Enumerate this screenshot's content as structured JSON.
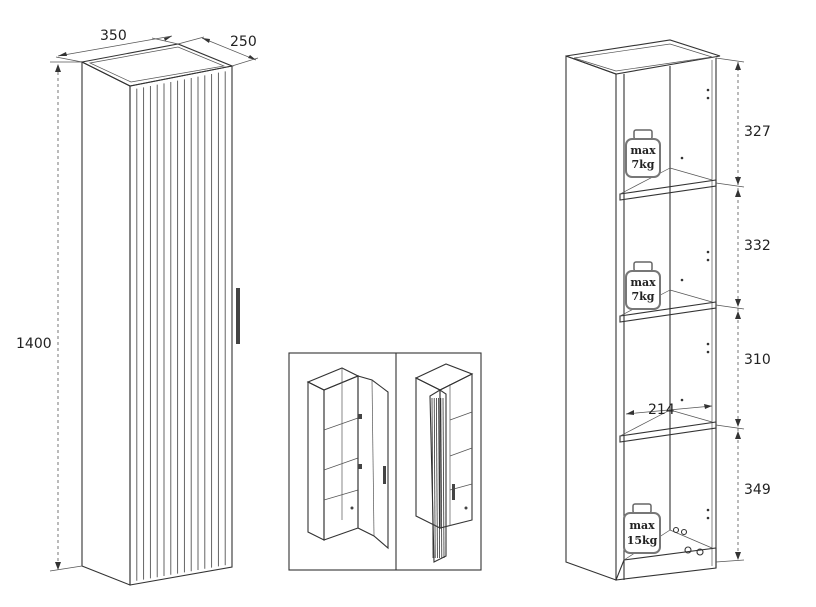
{
  "dimensions": {
    "width": "350",
    "depth": "250",
    "height": "1400",
    "shelf_depth": "214",
    "compartments": [
      "327",
      "332",
      "310",
      "349"
    ]
  },
  "load_badges": [
    {
      "line1": "max",
      "line2": "7kg"
    },
    {
      "line1": "max",
      "line2": "7kg"
    },
    {
      "line1": "max",
      "line2": "15kg"
    }
  ]
}
